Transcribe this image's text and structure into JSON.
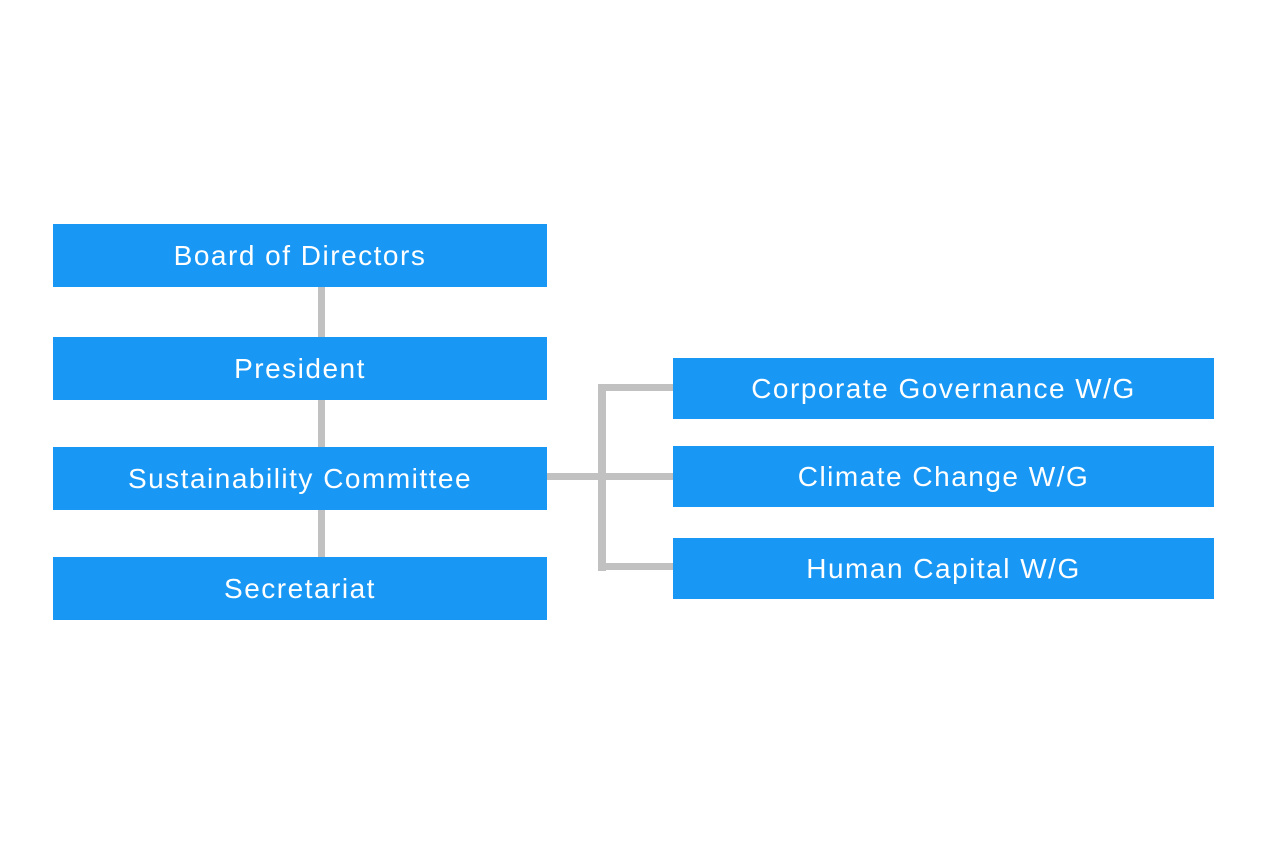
{
  "diagram": {
    "type": "org-chart",
    "background_color": "#FFFFFF",
    "box_fill_color": "#1897F4",
    "box_text_color": "#FFFFFF",
    "connector_color": "#C1C1C1",
    "nodes": {
      "board": {
        "label": "Board of Directors"
      },
      "president": {
        "label": "President"
      },
      "sustainability_committee": {
        "label": "Sustainability Committee"
      },
      "secretariat": {
        "label": "Secretariat"
      },
      "corporate_governance": {
        "label": "Corporate Governance W/G"
      },
      "climate_change": {
        "label": "Climate Change W/G"
      },
      "human_capital": {
        "label": "Human Capital W/G"
      }
    },
    "edges": [
      {
        "from": "board",
        "to": "president"
      },
      {
        "from": "president",
        "to": "sustainability_committee"
      },
      {
        "from": "sustainability_committee",
        "to": "secretariat"
      },
      {
        "from": "sustainability_committee",
        "to": "corporate_governance"
      },
      {
        "from": "sustainability_committee",
        "to": "climate_change"
      },
      {
        "from": "sustainability_committee",
        "to": "human_capital"
      }
    ]
  }
}
